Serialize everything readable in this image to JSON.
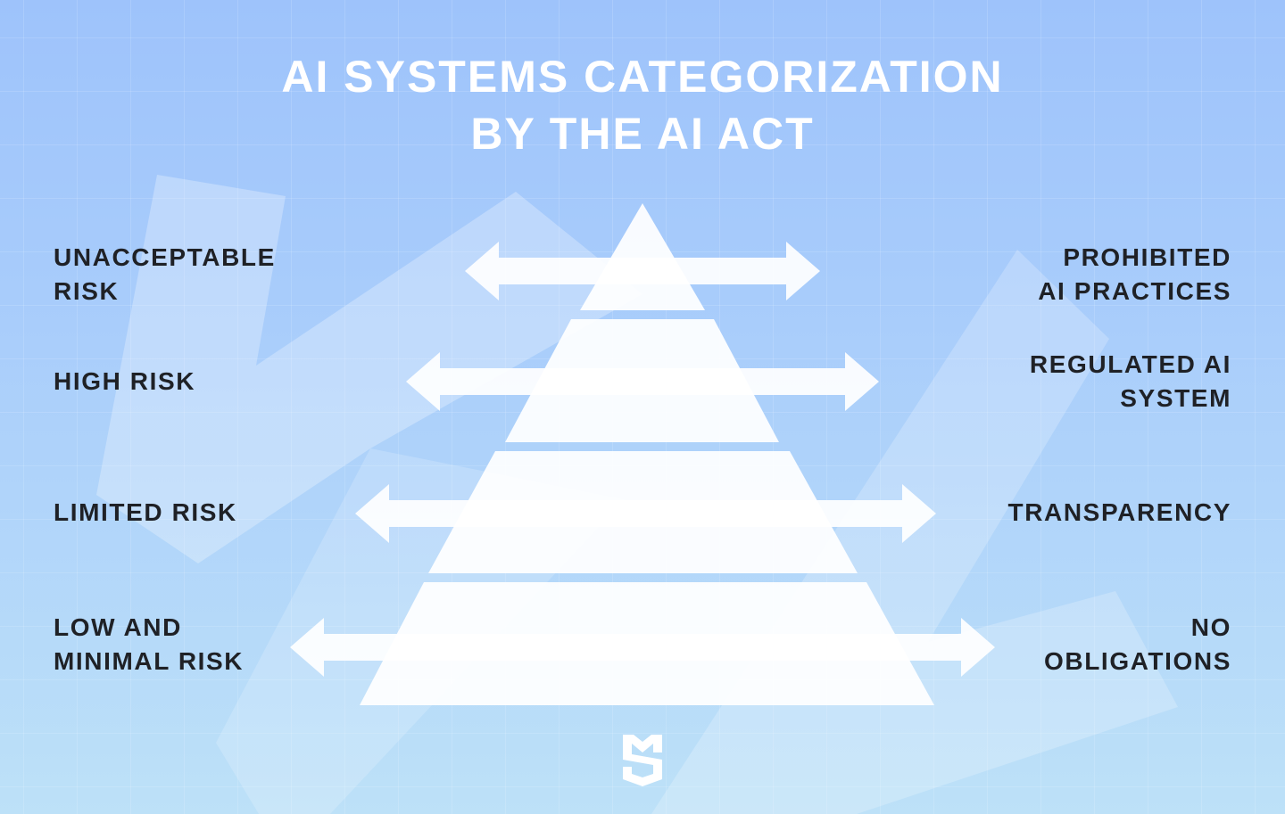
{
  "title": {
    "line1": "AI SYSTEMS CATEGORIZATION",
    "line2": "BY THE AI ACT"
  },
  "colors": {
    "background_top": "#9ec3fb",
    "background_bottom": "#bde1f8",
    "pyramid_fill": "#ffffff",
    "text_dark": "#1f2126",
    "title_text": "#ffffff"
  },
  "tiers": [
    {
      "risk_label": "UNACCEPTABLE\nRISK",
      "obligation_label": "PROHIBITED\nAI PRACTICES"
    },
    {
      "risk_label": "HIGH RISK",
      "obligation_label": "REGULATED AI\nSYSTEM"
    },
    {
      "risk_label": "LIMITED RISK",
      "obligation_label": "TRANSPARENCY"
    },
    {
      "risk_label": "LOW AND\nMINIMAL RISK",
      "obligation_label": "NO\nOBLIGATIONS"
    }
  ],
  "logo": {
    "icon": "brand-s-logo-icon"
  }
}
